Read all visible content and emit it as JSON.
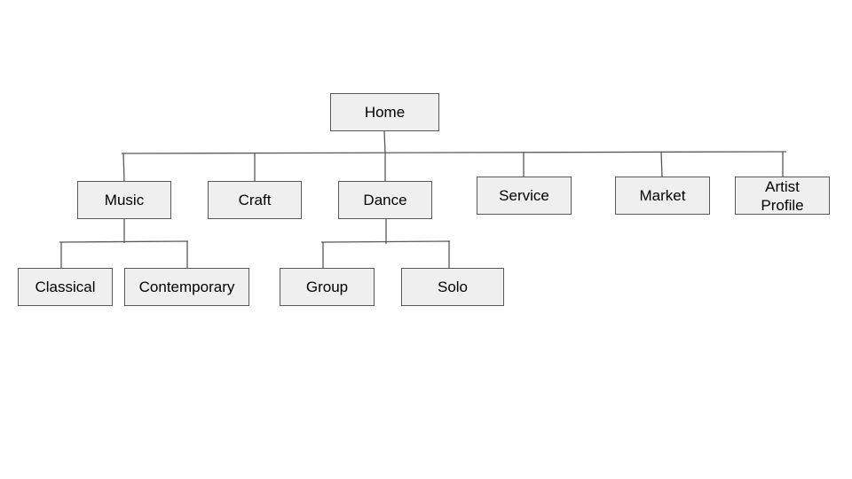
{
  "diagram": {
    "type": "sitemap-tree",
    "colors": {
      "box_fill": "#efefef",
      "box_border": "#595959",
      "line": "#595959",
      "text": "#000000"
    },
    "root": {
      "label": "Home"
    },
    "level1": [
      {
        "label": "Music"
      },
      {
        "label": "Craft"
      },
      {
        "label": "Dance"
      },
      {
        "label": "Service"
      },
      {
        "label": "Market"
      },
      {
        "label": "Artist\nProfile"
      }
    ],
    "music_children": [
      {
        "label": "Classical"
      },
      {
        "label": "Contemporary"
      }
    ],
    "dance_children": [
      {
        "label": "Group"
      },
      {
        "label": "Solo"
      }
    ]
  }
}
